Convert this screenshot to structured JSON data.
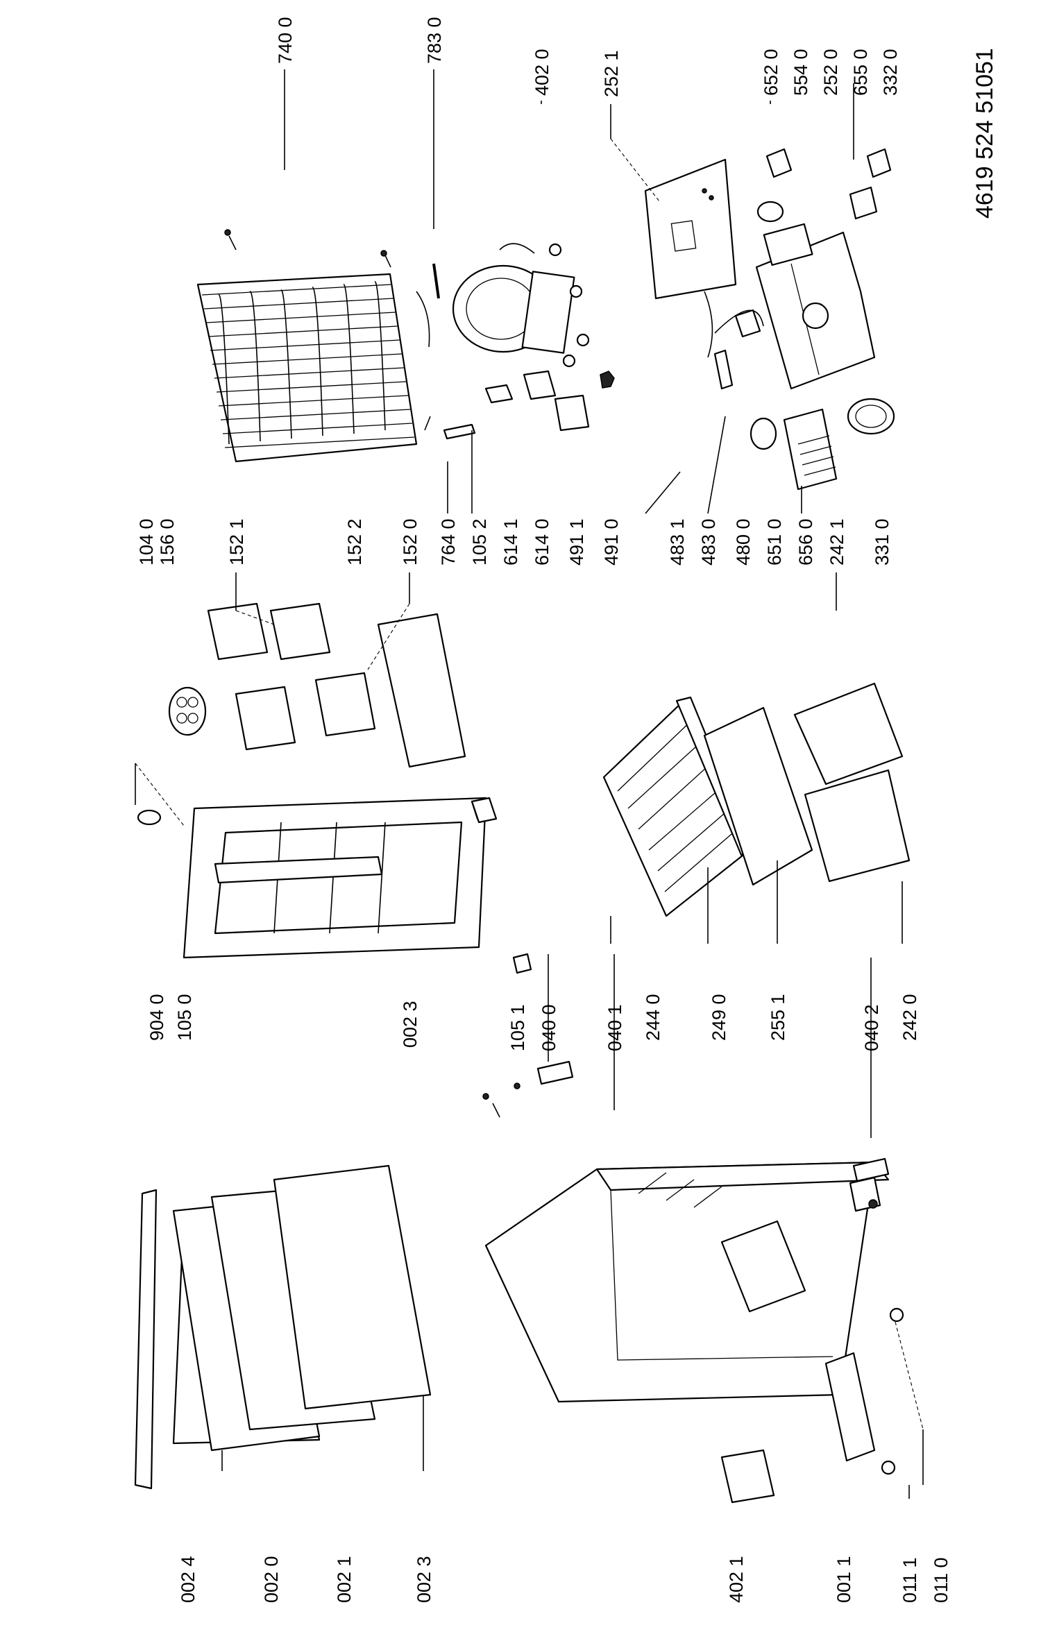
{
  "document_number": "4619 524 51051",
  "part_labels": [
    "740 0",
    "783 0",
    "402 0",
    "252 1",
    "652 0",
    "554 0",
    "252 0",
    "655 0",
    "332 0",
    "104 0",
    "156 0",
    "152 1",
    "152 2",
    "152 0",
    "764 0",
    "105 2",
    "614 1",
    "614 0",
    "491 1",
    "491 0",
    "483 1",
    "483 0",
    "480 0",
    "651 0",
    "656 0",
    "242 1",
    "331 0",
    "904 0",
    "105 0",
    "002 3",
    "105 1",
    "040 0",
    "040 1",
    "244 0",
    "249 0",
    "255 1",
    "040 2",
    "242 0",
    "002 4",
    "002 0",
    "002 1",
    "002 3",
    "402 1",
    "001 1",
    "011 1",
    "011 0"
  ]
}
